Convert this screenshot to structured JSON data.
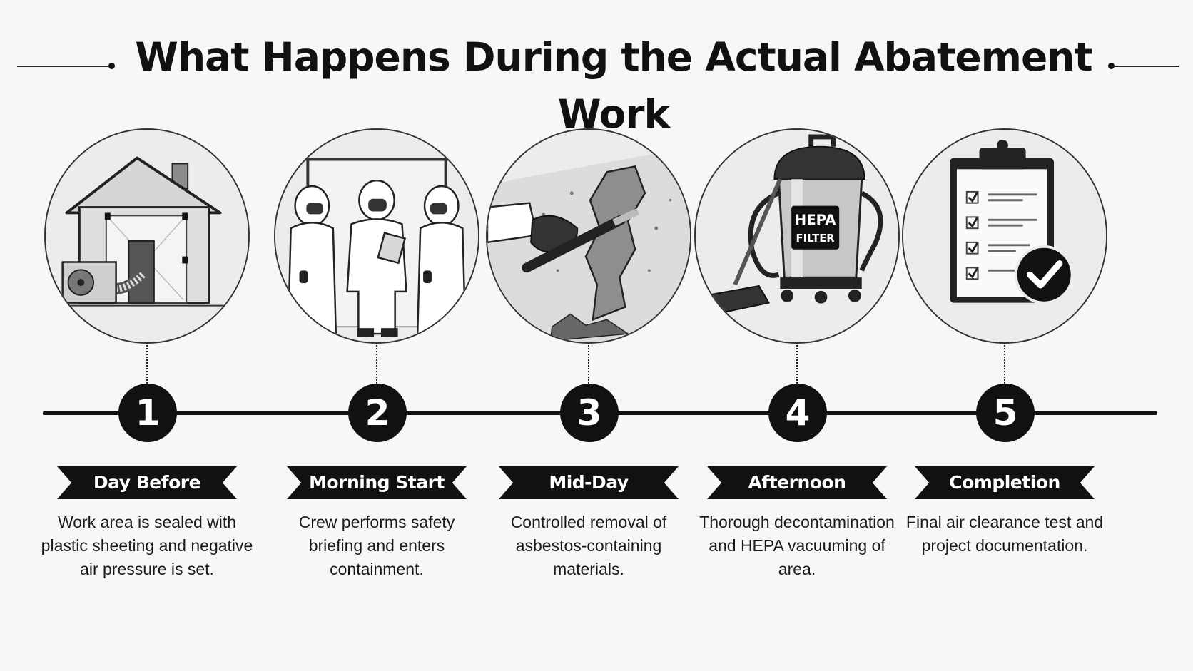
{
  "title": "What Happens During the Actual Abatement Work",
  "steps": [
    {
      "number": "1",
      "label": "Day Before",
      "description": "Work area is sealed with plastic sheeting and negative air pressure is set.",
      "icon": "sealed-house-icon"
    },
    {
      "number": "2",
      "label": "Morning Start",
      "description": "Crew performs safety briefing and enters containment.",
      "icon": "crew-briefing-icon"
    },
    {
      "number": "3",
      "label": "Mid-Day",
      "description": "Controlled removal of asbestos-containing materials.",
      "icon": "scraper-removal-icon"
    },
    {
      "number": "4",
      "label": "Afternoon",
      "description": "Thorough decontamination and HEPA vacuuming of area.",
      "icon": "hepa-vacuum-icon",
      "icon_text": [
        "HEPA",
        "FILTER"
      ]
    },
    {
      "number": "5",
      "label": "Completion",
      "description": "Final air clearance test and project documentation.",
      "icon": "clipboard-check-icon"
    }
  ]
}
